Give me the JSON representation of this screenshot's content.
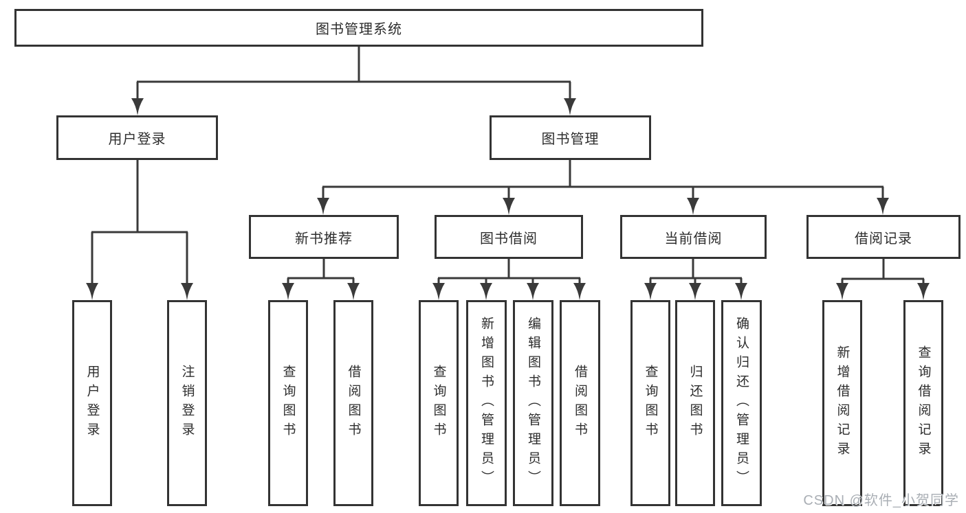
{
  "diagram_title": "图书管理系统",
  "colors": {
    "line": "#3a3a3a",
    "border": "#333333",
    "text": "#2d2d2d",
    "background": "#ffffff",
    "watermark": "#a9aeb4"
  },
  "root": {
    "label": "图书管理系统"
  },
  "level2": [
    {
      "label": "用户登录"
    },
    {
      "label": "图书管理"
    }
  ],
  "level3": [
    {
      "label": "新书推荐",
      "parent": "图书管理"
    },
    {
      "label": "图书借阅",
      "parent": "图书管理"
    },
    {
      "label": "当前借阅",
      "parent": "图书管理"
    },
    {
      "label": "借阅记录",
      "parent": "图书管理"
    }
  ],
  "leaves": [
    {
      "label": "用户登录",
      "parent": "用户登录"
    },
    {
      "label": "注销登录",
      "parent": "用户登录"
    },
    {
      "label": "查询图书",
      "parent": "新书推荐"
    },
    {
      "label": "借阅图书",
      "parent": "新书推荐"
    },
    {
      "label": "查询图书",
      "parent": "图书借阅"
    },
    {
      "label": "新增图书（管理员）",
      "parent": "图书借阅"
    },
    {
      "label": "编辑图书（管理员）",
      "parent": "图书借阅"
    },
    {
      "label": "借阅图书",
      "parent": "图书借阅"
    },
    {
      "label": "查询图书",
      "parent": "当前借阅"
    },
    {
      "label": "归还图书",
      "parent": "当前借阅"
    },
    {
      "label": "确认归还（管理员）",
      "parent": "当前借阅"
    },
    {
      "label": "新增借阅记录",
      "parent": "借阅记录"
    },
    {
      "label": "查询借阅记录",
      "parent": "借阅记录"
    }
  ],
  "watermark": "CSDN @软件_小贺同学"
}
